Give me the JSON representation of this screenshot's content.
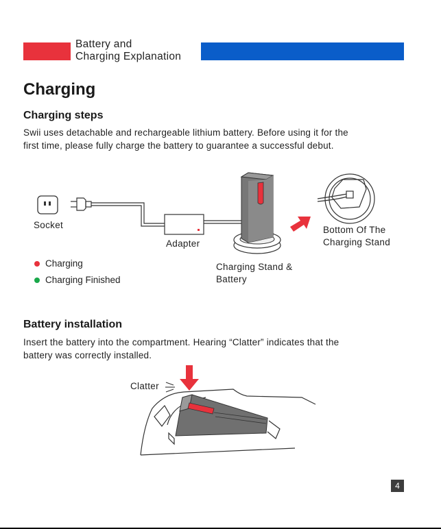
{
  "header": {
    "title_line1": "Battery and",
    "title_line2": "Charging Explanation"
  },
  "section_title": "Charging",
  "charging_steps": {
    "heading": "Charging steps",
    "text_line1": "Swii uses detachable and rechargeable lithium battery. Before using it for the",
    "text_line2": "first time, please fully charge the battery to guarantee a successful debut."
  },
  "diagram": {
    "socket_label": "Socket",
    "adapter_label": "Adapter",
    "stand_label_line1": "Charging Stand &",
    "stand_label_line2": "Battery",
    "bottom_label_line1": "Bottom Of The",
    "bottom_label_line2": "Charging Stand",
    "legend": [
      {
        "label": "Charging",
        "color": "#e8323c"
      },
      {
        "label": "Charging Finished",
        "color": "#19a84a"
      }
    ]
  },
  "battery_installation": {
    "heading": "Battery installation",
    "text_line1": "Insert the battery into the compartment. Hearing “Clatter” indicates that the",
    "text_line2": "battery was correctly installed.",
    "clatter_label": "Clatter"
  },
  "page_number": "4",
  "colors": {
    "accent_red": "#e8323c",
    "accent_blue": "#0a5dc9"
  }
}
